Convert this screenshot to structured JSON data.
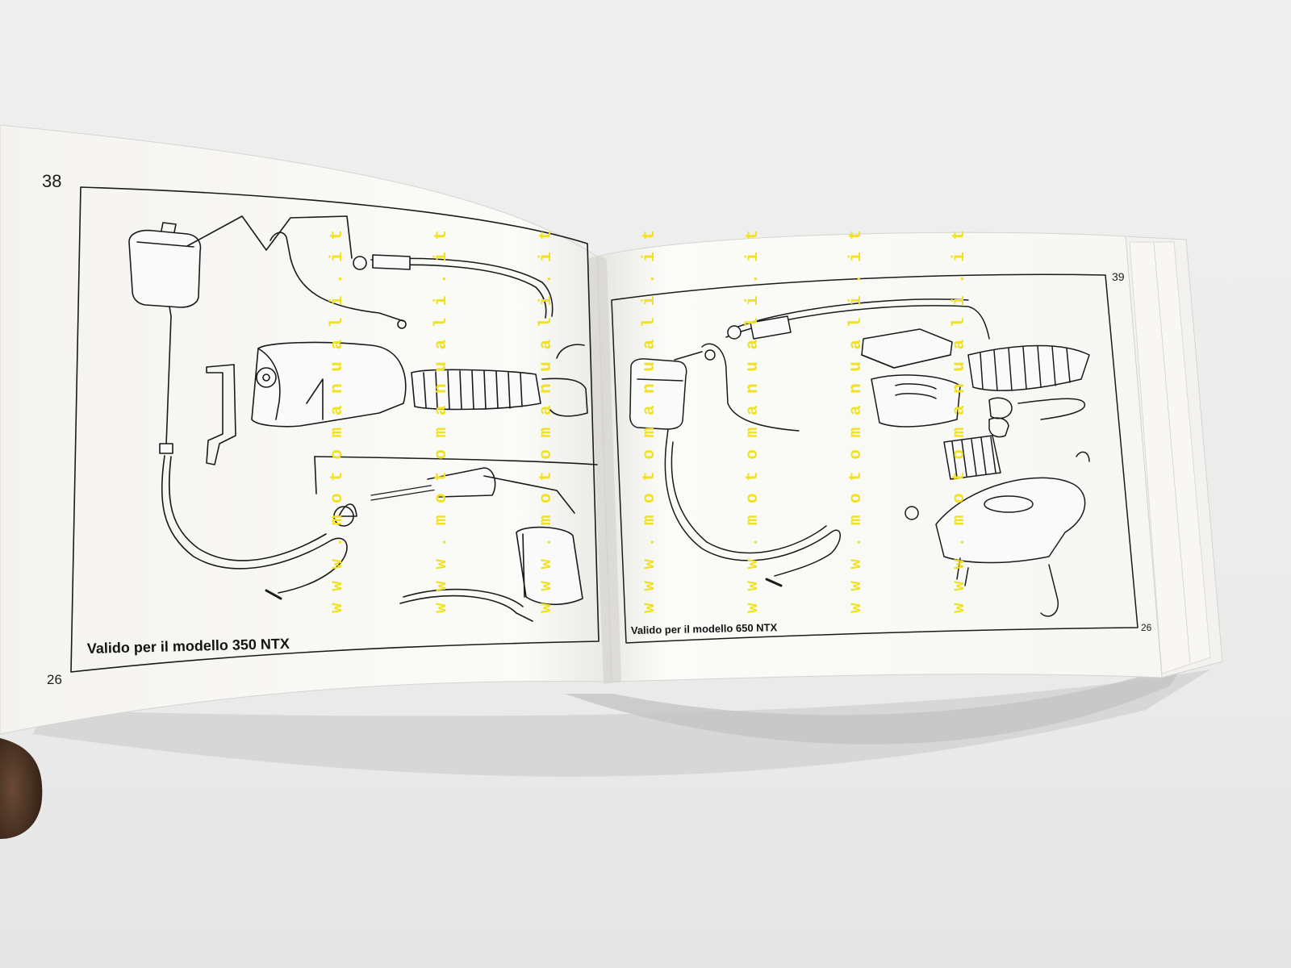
{
  "photo": {
    "subject": "Open booklet with exploded-view technical drawings",
    "left_page": {
      "page_number": "38",
      "figure_number": "26",
      "caption": "Valido per il modello 350 NTX"
    },
    "right_page": {
      "page_number": "39",
      "figure_number": "26",
      "caption": "Valido per il modello 650 NTX"
    },
    "watermark": {
      "text": "w w w . m o t o m a n u a l i . i t",
      "color": "#f2e21c"
    },
    "colors": {
      "paper": "#fbfbf8",
      "ink": "#1a1a1a",
      "background": "#ececec"
    }
  }
}
